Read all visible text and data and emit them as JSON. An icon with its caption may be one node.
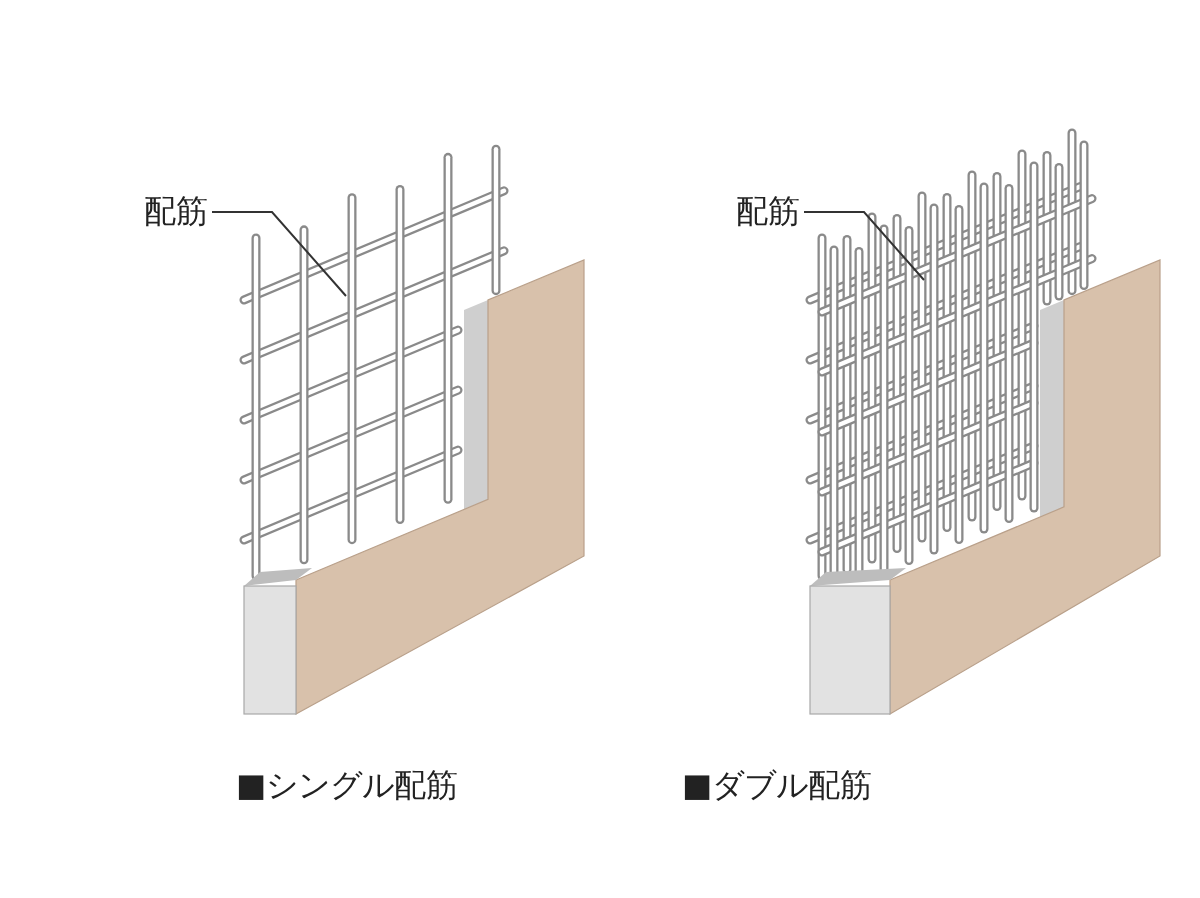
{
  "diagram": {
    "nodes": [
      {
        "text": [
          "配筋"
        ]
      },
      {
        "text": [],
        "shape": "picture"
      },
      {
        "text": [
          "配筋"
        ]
      },
      {
        "text": [],
        "shape": "picture"
      }
    ],
    "edges": [
      {
        "from": 0,
        "to": 1,
        "arrow": "none"
      },
      {
        "from": 2,
        "to": 3,
        "arrow": "none"
      }
    ],
    "labels": [
      "■シングル配筋",
      "■ダブル配筋"
    ]
  }
}
